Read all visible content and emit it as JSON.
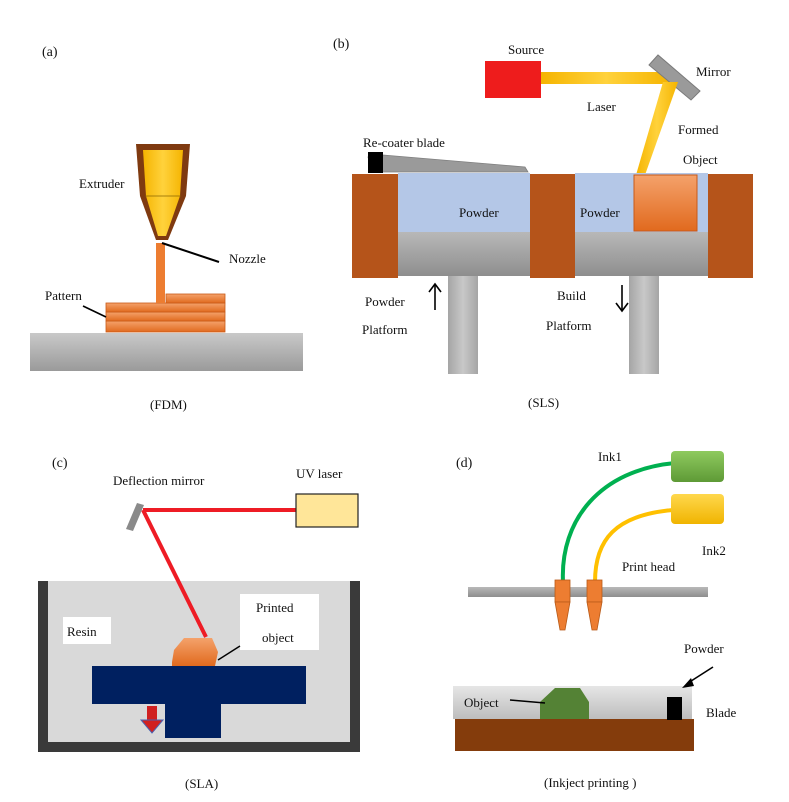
{
  "panels": {
    "a": {
      "letter": "(a)",
      "caption": "(FDM)",
      "labels": {
        "extruder": "Extruder",
        "nozzle": "Nozzle",
        "pattern": "Pattern"
      }
    },
    "b": {
      "letter": "(b)",
      "caption": "(SLS)",
      "labels": {
        "source": "Source",
        "mirror": "Mirror",
        "laser": "Laser",
        "formed": "Formed",
        "object": "Object",
        "recoater": "Re-coater blade",
        "powder_left": "Powder",
        "powder_right": "Powder",
        "powder_platform_1": "Powder",
        "powder_platform_2": "Platform",
        "build_platform_1": "Build",
        "build_platform_2": "Platform"
      }
    },
    "c": {
      "letter": "(c)",
      "caption": "(SLA)",
      "labels": {
        "deflection_mirror": "Deflection mirror",
        "uv_laser": "UV laser",
        "resin": "Resin",
        "printed_1": "Printed",
        "printed_2": "object"
      }
    },
    "d": {
      "letter": "(d)",
      "caption": "(Inkject printing )",
      "labels": {
        "ink1": "Ink1",
        "ink2": "Ink2",
        "print_head": "Print head",
        "powder": "Powder",
        "object": "Object",
        "blade": "Blade"
      }
    }
  },
  "colors": {
    "orange": "#ed7d31",
    "brown": "#b5541a",
    "gray": "#a6a6a6",
    "powder_blue": "#b4c7e7",
    "laser_yellow": "#ffc000",
    "source_red": "#ee1c1c",
    "laser_red": "#ee1c25",
    "uv_fill": "#ffe699",
    "navy": "#002060",
    "green_ink": "#00b050",
    "green_box": "#70ad47",
    "dark_green": "#548235",
    "dark_brown": "#843c0c"
  }
}
